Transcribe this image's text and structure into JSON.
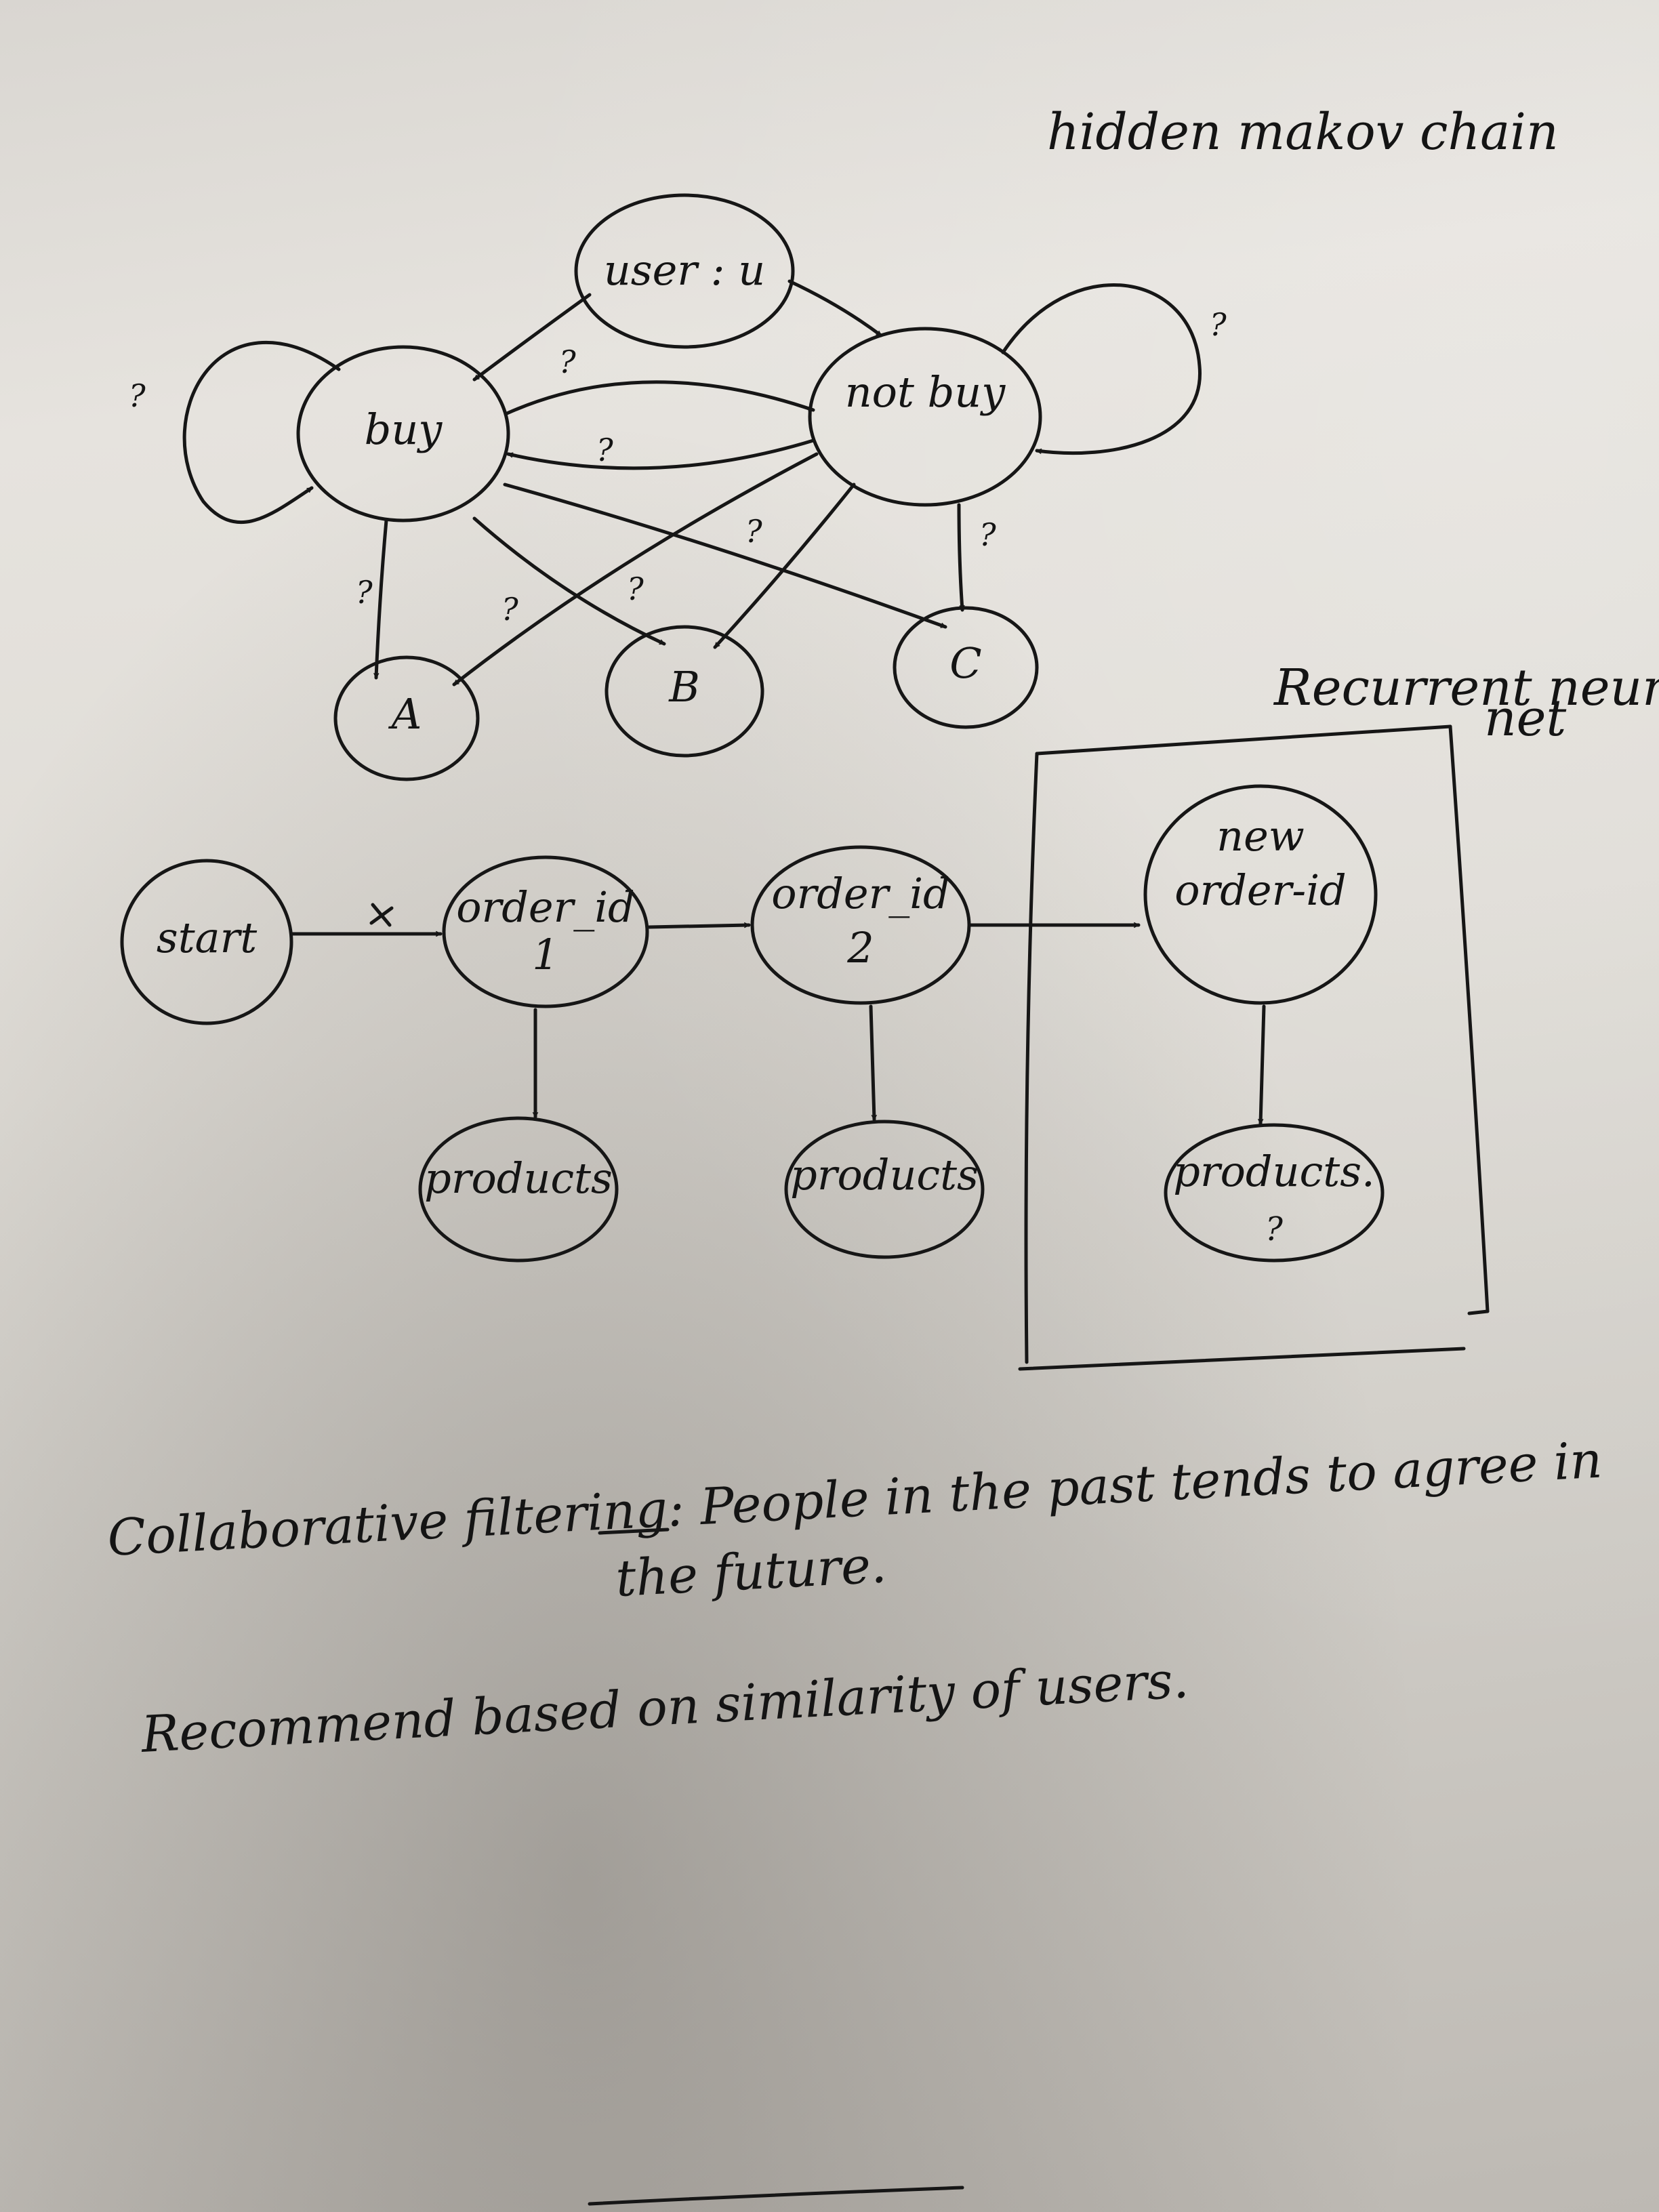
{
  "titles": {
    "hmm": "hidden makov chain",
    "rnn_line1": "Recurrent neural",
    "rnn_line2": "net"
  },
  "hmm_nodes": {
    "user": "user : u",
    "buy": "buy",
    "not_buy": "not buy",
    "a": "A",
    "b": "B",
    "c": "C"
  },
  "question_mark": "?",
  "sequence_nodes": {
    "start": "start",
    "order1_line1": "order_id",
    "order1_line2": "1",
    "order2_line1": "order_id",
    "order2_line2": "2",
    "new_line1": "new",
    "new_line2": "order-id",
    "products1": "products",
    "products2": "products",
    "products3_line1": "products.",
    "products3_line2": "?"
  },
  "notes": {
    "cf_line1": "Collaborative filtering: People in the past tends to agree in",
    "cf_line2": "the future.",
    "recommend": "Recommend based on similarity of users."
  }
}
